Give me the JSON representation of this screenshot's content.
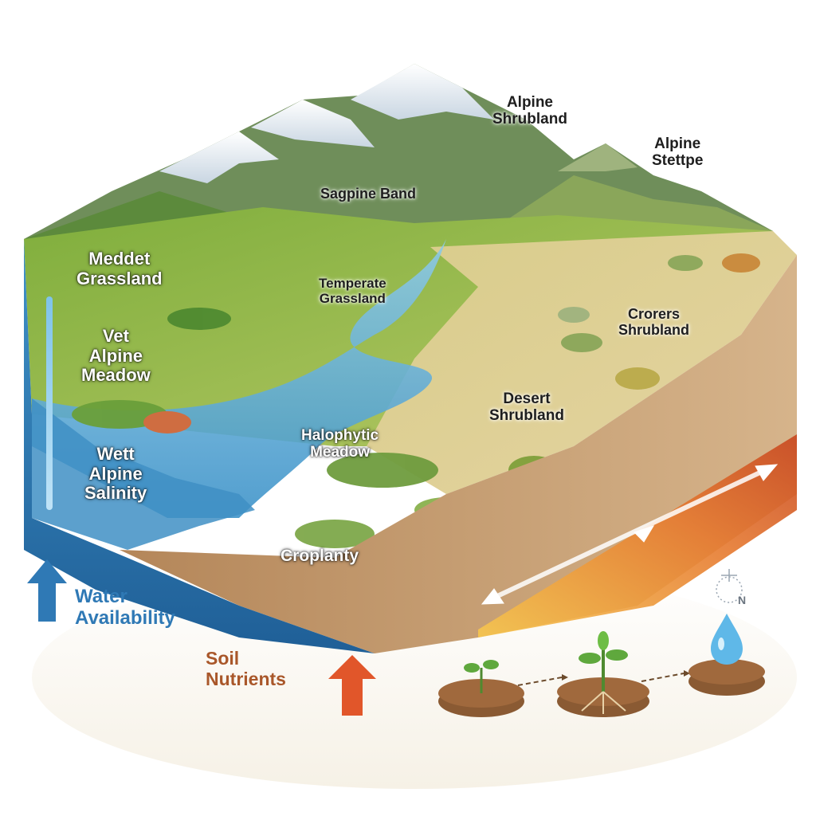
{
  "labels": {
    "alpine_shrubland": "Alpine\nShrubland",
    "alpine_steppe": "Alpine\nStettpe",
    "mid_label": "Sagpine Band",
    "meddet_grassland": "Meddet\nGrassland",
    "temperate_grassland": "Temperate\nGrassland",
    "crorers_shrubland": "Crorers\nShrubland",
    "vet_alpine_meadow": "Vet\nAlpine\nMeadow",
    "desert_shrubland": "Desert\nShrubland",
    "halophytic_meadow": "Halophytic\nMeadow",
    "wett_alpine_salinity": "Wett\nAlpine\nSalinity",
    "croplanty": "Croplanty",
    "water_availability": "Water\nAvailability",
    "soil_nutrients": "Soil\nNutrients",
    "nitrogen_symbol": "N"
  },
  "colors": {
    "water_arrow": "#2f79b5",
    "soil_arrow": "#e1562a",
    "gradient_band": "#d9692f",
    "river": "#5aa9d6",
    "soil_face": "#c9a47a"
  },
  "icons": [
    "mountain-illustration",
    "river-illustration",
    "seedling-icon",
    "plant-roots-icon",
    "water-drop-icon",
    "nitrogen-icon"
  ]
}
